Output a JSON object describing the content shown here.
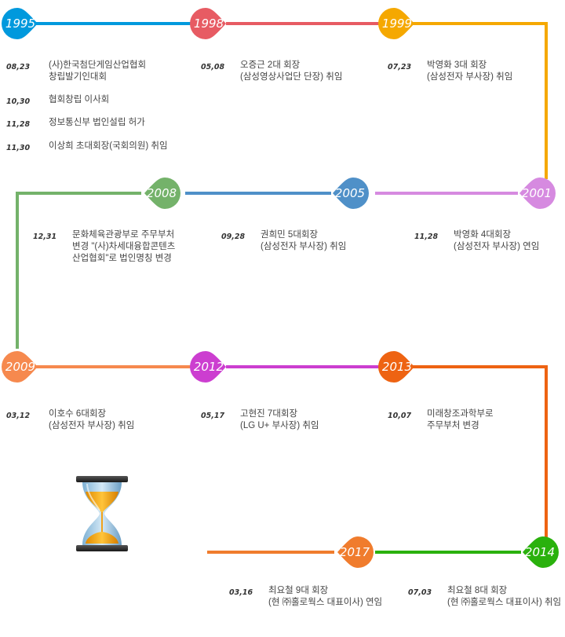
{
  "colors": {
    "c1995": "#0099dd",
    "c1998": "#e75b63",
    "c1999": "#f5a800",
    "c2001": "#d68ae0",
    "c2005": "#4f90c8",
    "c2008": "#74b26a",
    "c2009": "#f6894e",
    "c2012": "#cc3ed0",
    "c2013": "#ee6312",
    "c2014": "#2ab10d",
    "c2017": "#f07c2d"
  },
  "years": {
    "y1995": "1995",
    "y1998": "1998",
    "y1999": "1999",
    "y2001": "2001",
    "y2005": "2005",
    "y2008": "2008",
    "y2009": "2009",
    "y2012": "2012",
    "y2013": "2013",
    "y2014": "2014",
    "y2017": "2017"
  },
  "events": {
    "e1995_1": {
      "date": "08,23",
      "text": "(사)한국첨단게임산업협회\n창립발기인대회"
    },
    "e1995_2": {
      "date": "10,30",
      "text": "협회창립 이사회"
    },
    "e1995_3": {
      "date": "11,28",
      "text": "정보통신부 법인설립 허가"
    },
    "e1995_4": {
      "date": "11,30",
      "text": "이상희 초대회장(국회의원) 취임"
    },
    "e1998": {
      "date": "05,08",
      "text": "오증근 2대 회장\n(삼성영상사업단 단장) 취임"
    },
    "e1999": {
      "date": "07,23",
      "text": "박영화 3대 회장\n(삼성전자 부사장) 취임"
    },
    "e2008": {
      "date": "12,31",
      "text": "문화체육관광부로 주무부처\n변경 \"(사)차세대융합콘텐츠\n산업협회\"로 법인명칭 변경"
    },
    "e2005": {
      "date": "09,28",
      "text": "권희민 5대회장\n(삼성전자 부사장) 취임"
    },
    "e2001": {
      "date": "11,28",
      "text": "박영화 4대회장\n(삼성전자 부사장) 연임"
    },
    "e2009": {
      "date": "03,12",
      "text": "이호수 6대회장\n(삼성전자 부사장) 취임"
    },
    "e2012": {
      "date": "05,17",
      "text": "고현진 7대회장\n(LG U+ 부사장) 취임"
    },
    "e2013": {
      "date": "10,07",
      "text": "미래창조과학부로\n주무부처 변경"
    },
    "e2017": {
      "date": "03,16",
      "text": "최요철 9대 회장\n(현 ㈜홀로웍스 대표이사) 연임"
    },
    "e2014": {
      "date": "07,03",
      "text": "최요철 8대 회장\n(현 ㈜홀로웍스 대표이사) 취임"
    }
  }
}
